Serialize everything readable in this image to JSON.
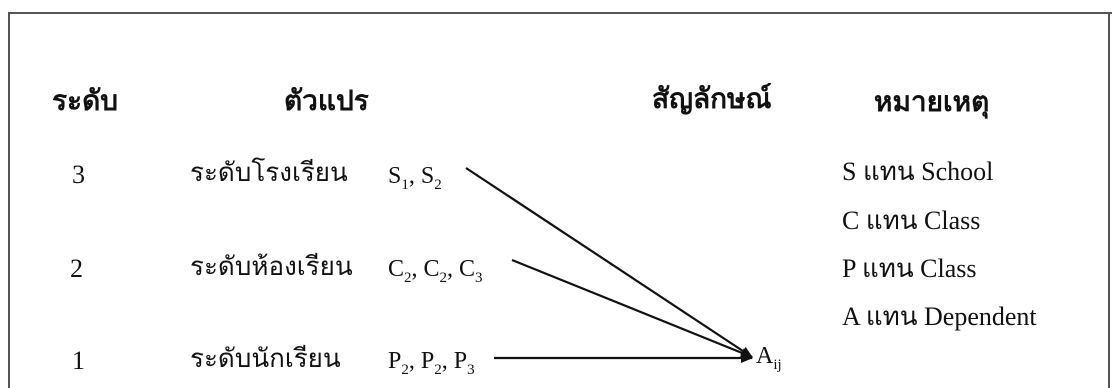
{
  "headers": {
    "level": "ระดับ",
    "variable": "ตัวแปร",
    "symbol": "สัญลักษณ์",
    "note": "หมายเหตุ"
  },
  "rows": [
    {
      "level": "3",
      "variable": "ระดับโรงเรียน",
      "symbols": [
        {
          "base": "S",
          "sub": "1",
          "sep": ", "
        },
        {
          "base": "S",
          "sub": "2",
          "sep": ""
        }
      ]
    },
    {
      "level": "2",
      "variable": "ระดับห้องเรียน",
      "symbols": [
        {
          "base": "C",
          "sub": "2",
          "sep": ", "
        },
        {
          "base": "C",
          "sub": "2",
          "sep": ", "
        },
        {
          "base": "C",
          "sub": "3",
          "sep": ""
        }
      ]
    },
    {
      "level": "1",
      "variable": "ระดับนักเรียน",
      "symbols": [
        {
          "base": "P",
          "sub": "2",
          "sep": ", "
        },
        {
          "base": "P",
          "sub": "2",
          "sep": ", "
        },
        {
          "base": "P",
          "sub": "3",
          "sep": ""
        }
      ]
    }
  ],
  "target": {
    "base": "A",
    "sub": "ij"
  },
  "notes": [
    "S แทน School",
    "C แทน Class",
    "P แทน Class",
    "A แทน Dependent"
  ]
}
